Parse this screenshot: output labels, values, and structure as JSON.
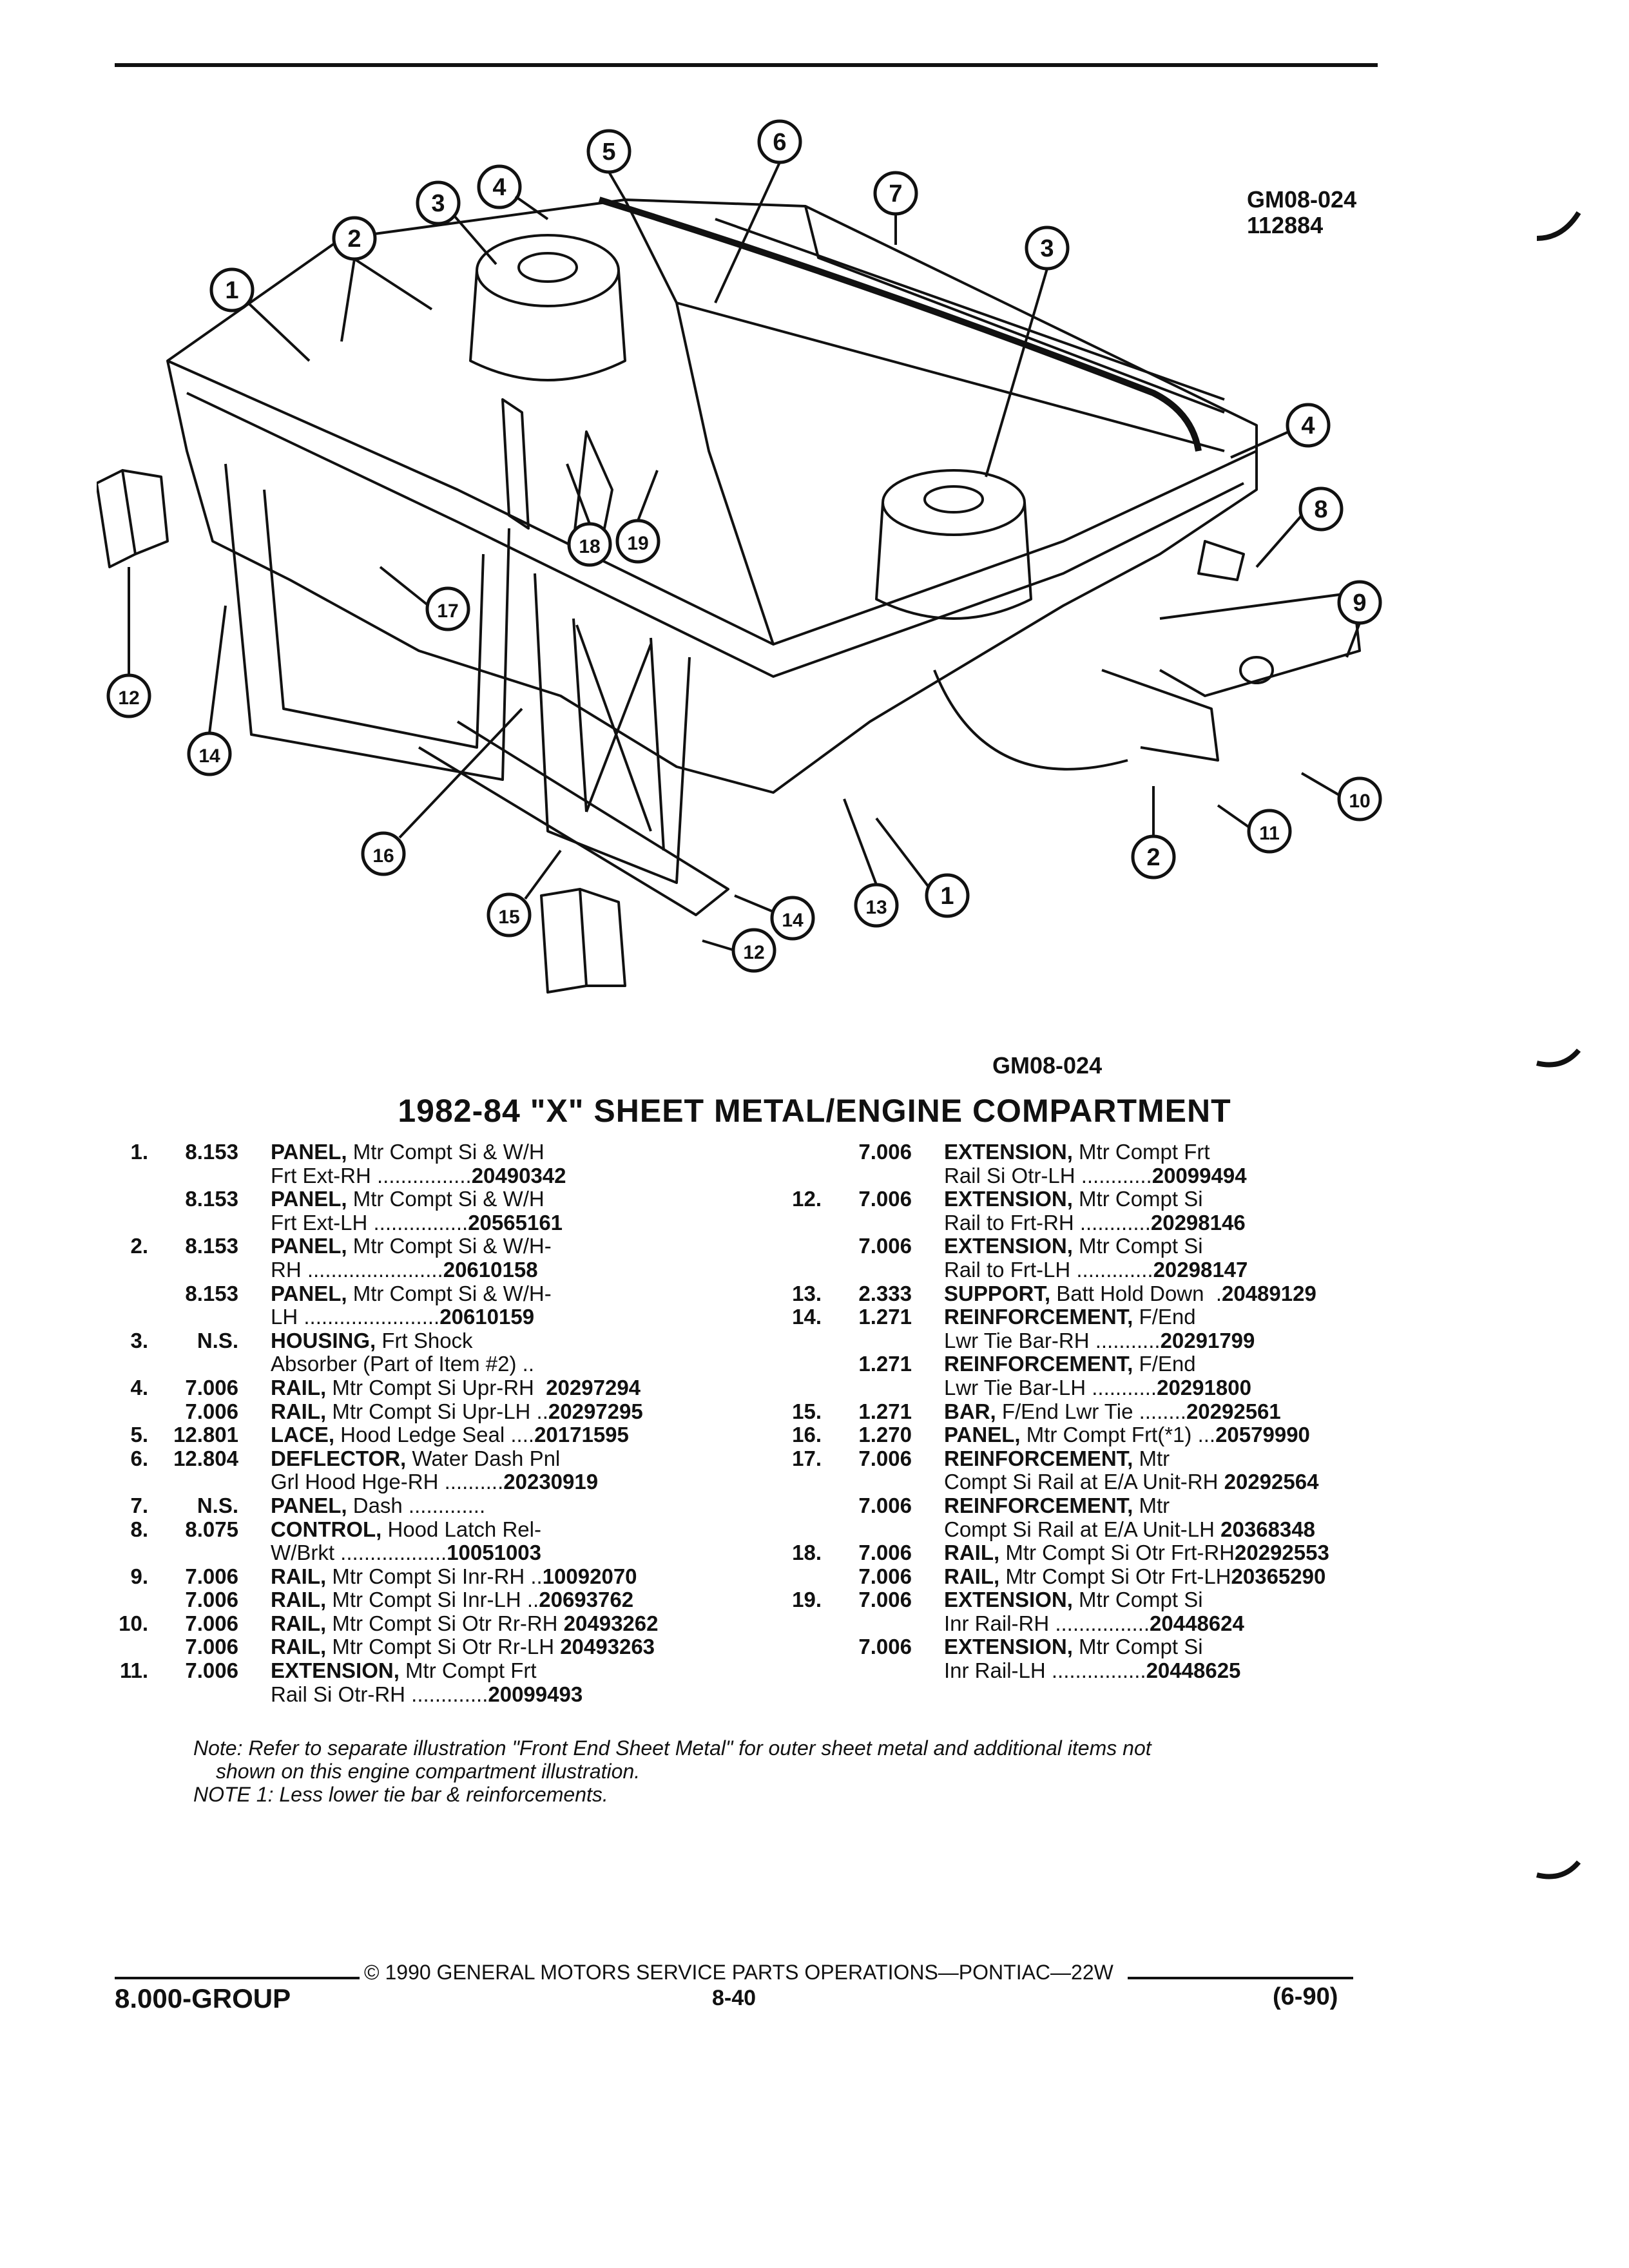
{
  "figure": {
    "code": "GM08-024",
    "date_code": "112884",
    "caption": "GM08-024",
    "callouts": [
      "1",
      "2",
      "3",
      "4",
      "5",
      "6",
      "7",
      "3",
      "4",
      "8",
      "9",
      "10",
      "11",
      "2",
      "1",
      "13",
      "14",
      "12",
      "15",
      "16",
      "14",
      "12",
      "17",
      "18",
      "19"
    ]
  },
  "title": "1982-84 \"X\" SHEET METAL/ENGINE COMPARTMENT",
  "left_column": [
    {
      "num": "1.",
      "grp": "8.153",
      "kw": "PANEL,",
      "desc": " Mtr Compt Si & W/H",
      "desc2": "Frt Ext-RH ................",
      "pn": "20490342"
    },
    {
      "num": "",
      "grp": "8.153",
      "kw": "PANEL,",
      "desc": " Mtr Compt Si & W/H",
      "desc2": "Frt Ext-LH ................",
      "pn": "20565161"
    },
    {
      "num": "2.",
      "grp": "8.153",
      "kw": "PANEL,",
      "desc": " Mtr Compt Si & W/H-",
      "desc2": "RH .......................",
      "pn": "20610158"
    },
    {
      "num": "",
      "grp": "8.153",
      "kw": "PANEL,",
      "desc": " Mtr Compt Si & W/H-",
      "desc2": "LH .......................",
      "pn": "20610159"
    },
    {
      "num": "3.",
      "grp": "N.S.",
      "kw": "HOUSING,",
      "desc": " Frt Shock",
      "desc2": "Absorber (Part of Item #2) ..",
      "pn": ""
    },
    {
      "num": "4.",
      "grp": "7.006",
      "kw": "RAIL,",
      "desc": " Mtr Compt Si Upr-RH  ",
      "desc2": "",
      "pn": "20297294"
    },
    {
      "num": "",
      "grp": "7.006",
      "kw": "RAIL,",
      "desc": " Mtr Compt Si Upr-LH ..",
      "desc2": "",
      "pn": "20297295"
    },
    {
      "num": "5.",
      "grp": "12.801",
      "kw": "LACE,",
      "desc": " Hood Ledge Seal ....",
      "desc2": "",
      "pn": "20171595"
    },
    {
      "num": "6.",
      "grp": "12.804",
      "kw": "DEFLECTOR,",
      "desc": " Water Dash Pnl",
      "desc2": "Grl Hood Hge-RH ..........",
      "pn": "20230919"
    },
    {
      "num": "7.",
      "grp": "N.S.",
      "kw": "PANEL,",
      "desc": " Dash .............",
      "desc2": "",
      "pn": ""
    },
    {
      "num": "8.",
      "grp": "8.075",
      "kw": "CONTROL,",
      "desc": " Hood Latch Rel-",
      "desc2": "W/Brkt ..................",
      "pn": "10051003"
    },
    {
      "num": "9.",
      "grp": "7.006",
      "kw": "RAIL,",
      "desc": " Mtr Compt Si Inr-RH ..",
      "desc2": "",
      "pn": "10092070"
    },
    {
      "num": "",
      "grp": "7.006",
      "kw": "RAIL,",
      "desc": " Mtr Compt Si Inr-LH ..",
      "desc2": "",
      "pn": "20693762"
    },
    {
      "num": "10.",
      "grp": "7.006",
      "kw": "RAIL,",
      "desc": " Mtr Compt Si Otr Rr-RH ",
      "desc2": "",
      "pn": "20493262"
    },
    {
      "num": "",
      "grp": "7.006",
      "kw": "RAIL,",
      "desc": " Mtr Compt Si Otr Rr-LH ",
      "desc2": "",
      "pn": "20493263"
    },
    {
      "num": "11.",
      "grp": "7.006",
      "kw": "EXTENSION,",
      "desc": " Mtr Compt Frt",
      "desc2": "Rail Si Otr-RH .............",
      "pn": "20099493"
    }
  ],
  "right_column": [
    {
      "num": "",
      "grp": "7.006",
      "kw": "EXTENSION,",
      "desc": " Mtr Compt Frt",
      "desc2": "Rail Si Otr-LH ............",
      "pn": "20099494"
    },
    {
      "num": "12.",
      "grp": "7.006",
      "kw": "EXTENSION,",
      "desc": " Mtr Compt Si",
      "desc2": "Rail to Frt-RH ............",
      "pn": "20298146"
    },
    {
      "num": "",
      "grp": "7.006",
      "kw": "EXTENSION,",
      "desc": " Mtr Compt Si",
      "desc2": "Rail to Frt-LH .............",
      "pn": "20298147"
    },
    {
      "num": "13.",
      "grp": "2.333",
      "kw": "SUPPORT,",
      "desc": " Batt Hold Down  .",
      "desc2": "",
      "pn": "20489129"
    },
    {
      "num": "14.",
      "grp": "1.271",
      "kw": "REINFORCEMENT,",
      "desc": " F/End",
      "desc2": "Lwr Tie Bar-RH ...........",
      "pn": "20291799"
    },
    {
      "num": "",
      "grp": "1.271",
      "kw": "REINFORCEMENT,",
      "desc": " F/End",
      "desc2": "Lwr Tie Bar-LH ...........",
      "pn": "20291800"
    },
    {
      "num": "15.",
      "grp": "1.271",
      "kw": "BAR,",
      "desc": " F/End Lwr Tie ........",
      "desc2": "",
      "pn": "20292561"
    },
    {
      "num": "16.",
      "grp": "1.270",
      "kw": "PANEL,",
      "desc": " Mtr Compt Frt(*1) ...",
      "desc2": "",
      "pn": "20579990"
    },
    {
      "num": "17.",
      "grp": "7.006",
      "kw": "REINFORCEMENT,",
      "desc": " Mtr",
      "desc2": "Compt Si Rail at E/A Unit-RH ",
      "pn": "20292564"
    },
    {
      "num": "",
      "grp": "7.006",
      "kw": "REINFORCEMENT,",
      "desc": " Mtr",
      "desc2": "Compt Si Rail at E/A Unit-LH ",
      "pn": "20368348"
    },
    {
      "num": "18.",
      "grp": "7.006",
      "kw": "RAIL,",
      "desc": " Mtr Compt Si Otr Frt-RH",
      "desc2": "",
      "pn": "20292553"
    },
    {
      "num": "",
      "grp": "7.006",
      "kw": "RAIL,",
      "desc": " Mtr Compt Si Otr Frt-LH",
      "desc2": "",
      "pn": "20365290"
    },
    {
      "num": "19.",
      "grp": "7.006",
      "kw": "EXTENSION,",
      "desc": " Mtr Compt Si",
      "desc2": "Inr Rail-RH ................",
      "pn": "20448624"
    },
    {
      "num": "",
      "grp": "7.006",
      "kw": "EXTENSION,",
      "desc": " Mtr Compt Si",
      "desc2": "Inr Rail-LH ................",
      "pn": "20448625"
    }
  ],
  "note": {
    "line1": "Note: Refer to separate illustration \"Front End Sheet Metal\" for outer sheet metal and additional items not",
    "line2": "shown on this engine compartment illustration.",
    "line3": "NOTE 1: Less lower tie bar & reinforcements."
  },
  "footer": {
    "copyright": "© 1990 GENERAL MOTORS SERVICE PARTS OPERATIONS—PONTIAC—22W",
    "group": "8.000-GROUP",
    "page": "8-40",
    "date": "(6-90)"
  }
}
